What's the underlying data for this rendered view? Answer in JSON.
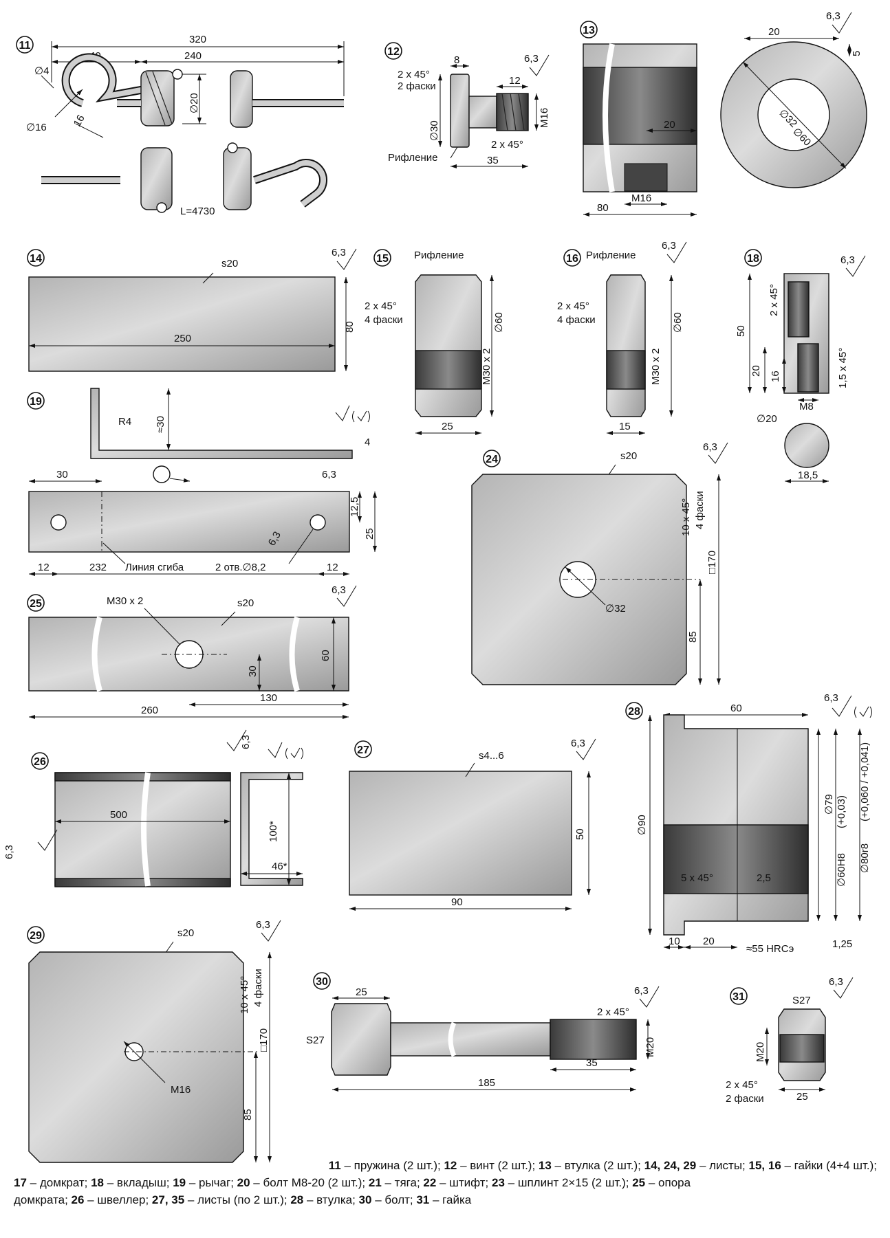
{
  "parts": {
    "p11": {
      "num": "11",
      "dims": {
        "total": "320",
        "a": "40",
        "b": "240",
        "d_wire": "∅4",
        "d_hook": "∅16",
        "hook_len": "16",
        "d_coil": "∅20",
        "length": "L=4730"
      }
    },
    "p12": {
      "num": "12",
      "rough": "6,3",
      "chamfer": "2 x 45°",
      "chamfer_note": "2 фаски",
      "head_w": "8",
      "thread_len": "12",
      "thread": "M16",
      "head_d": "∅30",
      "chamfer2": "2 x 45°",
      "knurl": "Рифление",
      "length": "35"
    },
    "p13": {
      "num": "13",
      "rough": "6,3",
      "w20_top": "20",
      "h5": "5",
      "d_in": "∅32",
      "d_out": "∅60",
      "w20": "20",
      "thread": "M16",
      "len80": "80"
    },
    "p14": {
      "num": "14",
      "rough": "6,3",
      "s": "s20",
      "len": "250",
      "h": "80"
    },
    "p15": {
      "num": "15",
      "knurl": "Рифление",
      "chamfer": "2 x 45°",
      "chamfer_note": "4 фаски",
      "d60": "∅60",
      "thread": "M30 x 2",
      "w": "25"
    },
    "p16": {
      "num": "16",
      "rough": "6,3",
      "knurl": "Рифление",
      "chamfer": "2 x 45°",
      "chamfer_note": "4 фаски",
      "d60": "∅60",
      "thread": "M30 x 2",
      "w": "15"
    },
    "p18": {
      "num": "18",
      "rough": "6,3",
      "h50": "50",
      "chamfer": "2 x 45°",
      "h20": "20",
      "h16": "16",
      "chamfer2": "1,5 x 45°",
      "thread": "M8",
      "d20": "∅20",
      "w185": "18,5"
    },
    "p19": {
      "num": "19",
      "r4": "R4",
      "h30": "≈30",
      "t4": "4",
      "rough_sym": "6,3",
      "len30": "30",
      "h12_5": "12,5",
      "h25": "25",
      "len12a": "12",
      "len232": "232",
      "bend": "Линия сгиба",
      "holes": "2 отв.∅8,2",
      "len12b": "12",
      "rough_small": "6,3"
    },
    "p24": {
      "num": "24",
      "rough": "6,3",
      "s": "s20",
      "chamfer": "10 x 45°",
      "chamfer_note": "4 фаски",
      "size": "□170",
      "d32": "∅32",
      "h85": "85"
    },
    "p25": {
      "num": "25",
      "rough": "6,3",
      "thread": "M30 x 2",
      "s": "s20",
      "h60": "60",
      "h30": "30",
      "w130": "130",
      "len260": "260"
    },
    "p26": {
      "num": "26",
      "rough": "6,3",
      "rough_left": "6,3",
      "len500": "500",
      "h100": "100*",
      "w46": "46*"
    },
    "p27": {
      "num": "27",
      "rough": "6,3",
      "s": "s4...6",
      "h50": "50",
      "len90": "90"
    },
    "p28": {
      "num": "28",
      "rough": "6,3",
      "len60": "60",
      "d90": "∅90",
      "d79": "∅79",
      "d60h8": "∅60H8",
      "tol_h8": "(+0,03)",
      "d80r8": "∅80r8",
      "tol_r8": "(+0,060 / +0,041)",
      "chamfer": "5 x 45°",
      "r25": "2,5",
      "len10": "10",
      "len20": "20",
      "hrc": "≈55 HRCэ",
      "r125": "1,25"
    },
    "p29": {
      "num": "29",
      "rough": "6,3",
      "s": "s20",
      "chamfer": "10 x 45°",
      "chamfer_note": "4 фаски",
      "size": "□170",
      "thread": "M16",
      "h85": "85"
    },
    "p30": {
      "num": "30",
      "rough": "6,3",
      "head_len": "25",
      "chamfer": "2 x 45°",
      "s27": "S27",
      "thread": "M20",
      "len185": "185",
      "len35": "35"
    },
    "p31": {
      "num": "31",
      "rough": "6,3",
      "s27": "S27",
      "thread": "M20",
      "chamfer": "2 x 45°",
      "chamfer_note": "2 фаски",
      "w25": "25"
    }
  },
  "caption": {
    "l1": [
      {
        "n": "11",
        "t": " – пружина (2 шт.); "
      },
      {
        "n": "12",
        "t": " – винт (2 шт.); "
      },
      {
        "n": "13",
        "t": " – втулка (2 шт.);  "
      },
      {
        "n": "14, 24, 29",
        "t": " – листы; "
      },
      {
        "n": "15, 16",
        "t": " – гайки (4+4 шт.);"
      }
    ],
    "l2": [
      {
        "n": "17",
        "t": " – домкрат; "
      },
      {
        "n": "18",
        "t": " – вкладыш; "
      },
      {
        "n": "19",
        "t": " – рычаг; "
      },
      {
        "n": "20",
        "t": " – болт М8-20 (2 шт.); "
      },
      {
        "n": "21",
        "t": " – тяга; "
      },
      {
        "n": "22",
        "t": " – штифт; "
      },
      {
        "n": "23",
        "t": " – шплинт 2×15 (2 шт.); "
      },
      {
        "n": "25",
        "t": " – опора"
      }
    ],
    "l3": [
      {
        "n": "",
        "t": "домкрата; "
      },
      {
        "n": "26",
        "t": " – швеллер; "
      },
      {
        "n": "27, 35",
        "t": " – листы (по 2 шт.); "
      },
      {
        "n": "28",
        "t": " – втулка; "
      },
      {
        "n": "30",
        "t": " – болт; "
      },
      {
        "n": "31",
        "t": " – гайка"
      }
    ]
  }
}
